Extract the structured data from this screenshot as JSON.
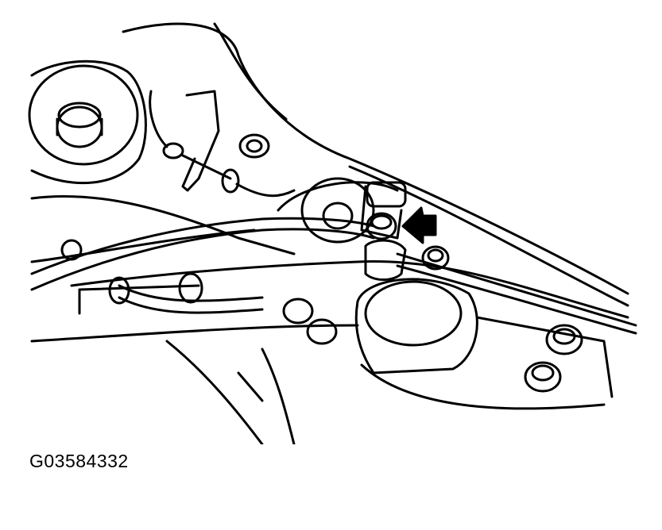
{
  "figure": {
    "id_label": "G03584332",
    "description": "Line drawing of vehicle underbody showing brake line clamp bolt, arrow pointing to clamp bolt",
    "callout": "arrow-pointing-to-clamp-bolt",
    "colors": {
      "line": "#000000",
      "background": "#ffffff"
    }
  }
}
